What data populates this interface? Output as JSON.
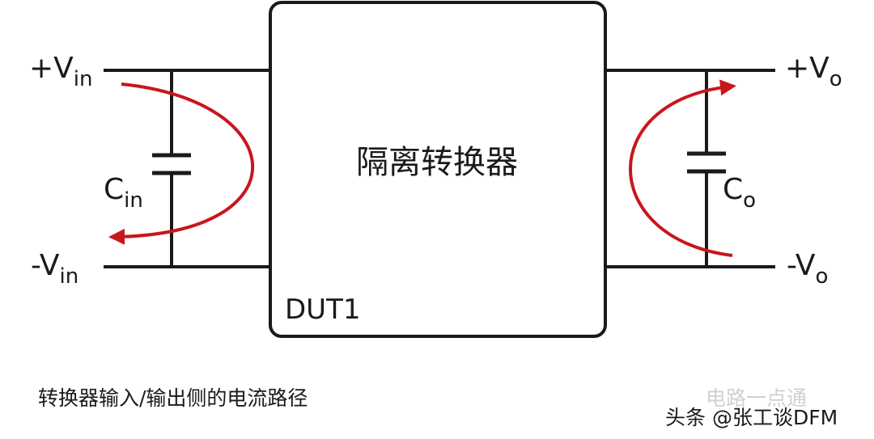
{
  "colors": {
    "wire": "#1a1a1a",
    "arrow": "#c8161d"
  },
  "block": {
    "title": "隔离转换器",
    "designator": "DUT1"
  },
  "input": {
    "pos": {
      "main": "+V",
      "sub": "in"
    },
    "neg": {
      "main": "-V",
      "sub": "in"
    },
    "cap": {
      "main": "C",
      "sub": "in"
    }
  },
  "output": {
    "pos": {
      "main": "+V",
      "sub": "o"
    },
    "neg": {
      "main": "-V",
      "sub": "o"
    },
    "cap": {
      "main": "C",
      "sub": "o"
    }
  },
  "caption": "转换器输入/输出侧的电流路径",
  "watermark": {
    "faint": "电路一点通",
    "text": "头条 @张工谈DFM"
  }
}
